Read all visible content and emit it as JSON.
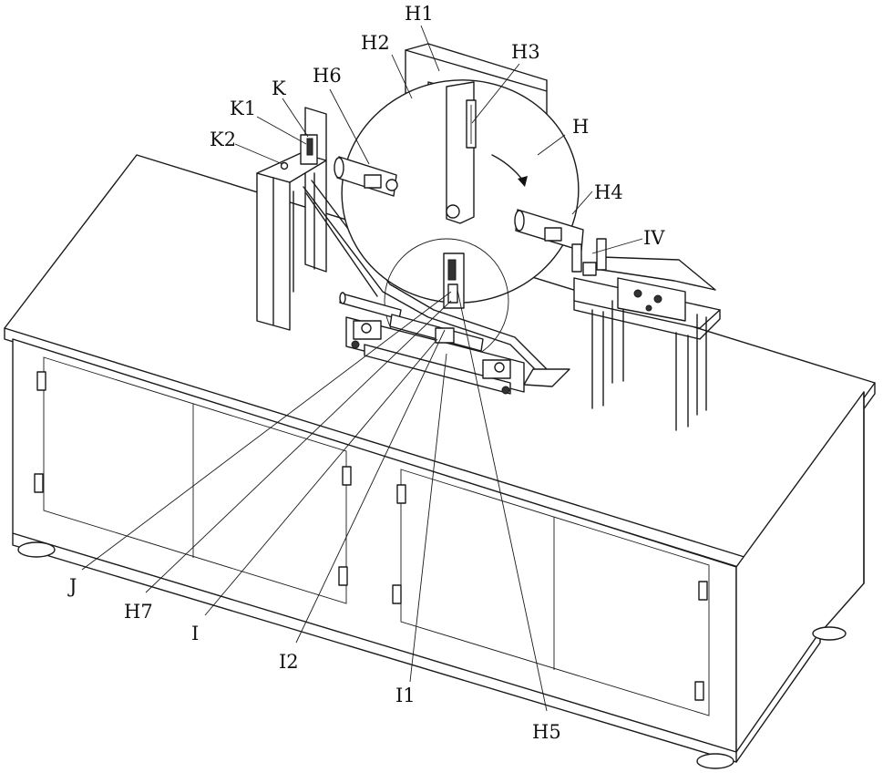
{
  "labels": {
    "H1": "H1",
    "H2": "H2",
    "H3": "H3",
    "H6": "H6",
    "K": "K",
    "K1": "K1",
    "K2": "K2",
    "H": "H",
    "H4": "H4",
    "IV": "IV",
    "J": "J",
    "H7": "H7",
    "I": "I",
    "I2": "I2",
    "I1": "I1",
    "H5": "H5"
  }
}
